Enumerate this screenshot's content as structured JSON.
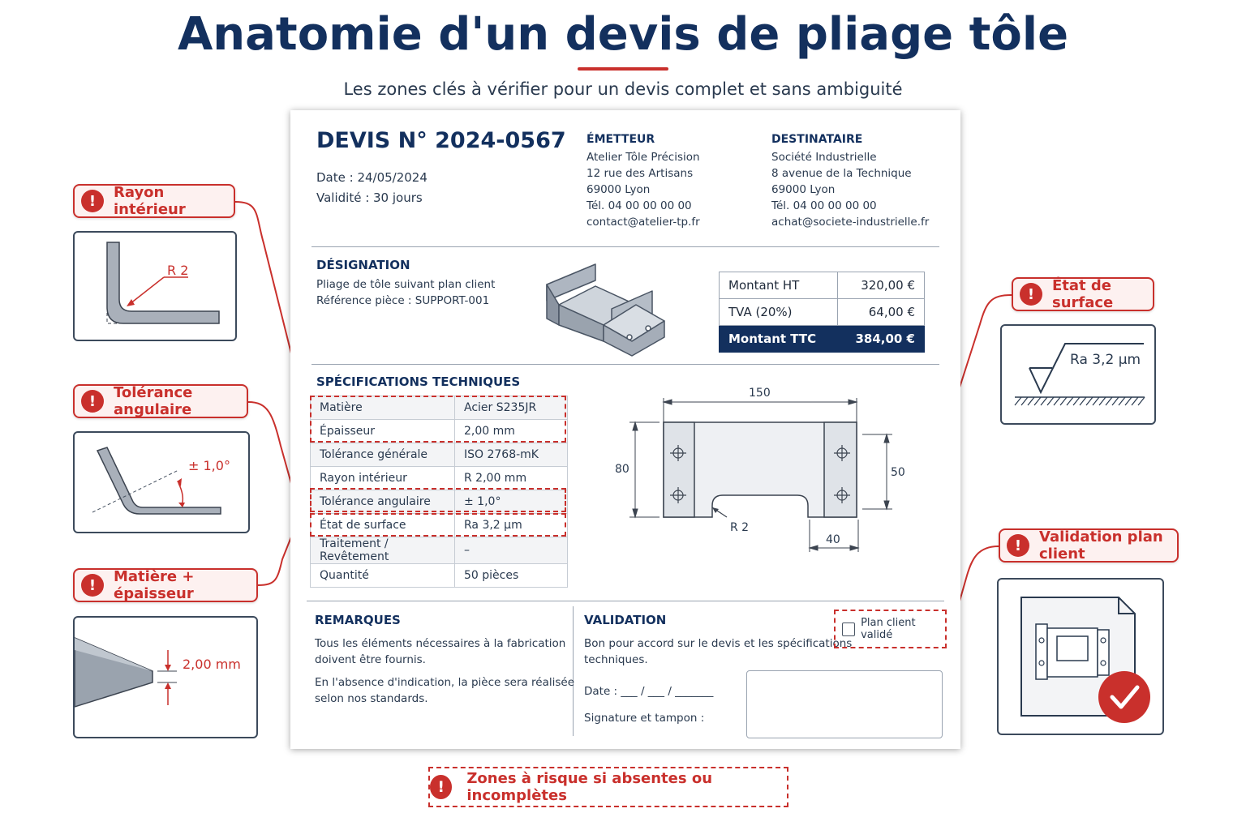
{
  "title": "Anatomie d'un devis de pliage tôle",
  "subtitle": "Les zones clés à vérifier pour un devis complet et sans ambiguité",
  "quote": {
    "number": "DEVIS N° 2024-0567",
    "date": "Date : 24/05/2024",
    "validity": "Validité : 30 jours",
    "issuer": {
      "heading": "ÉMETTEUR",
      "lines": [
        "Atelier Tôle Précision",
        "12 rue des Artisans",
        "69000 Lyon",
        "Tél. 04 00 00 00 00",
        "contact@atelier-tp.fr"
      ]
    },
    "recipient": {
      "heading": "DESTINATAIRE",
      "lines": [
        "Société Industrielle",
        "8 avenue de la Technique",
        "69000 Lyon",
        "Tél. 04 00 00 00 00",
        "achat@societe-industrielle.fr"
      ]
    },
    "designation": {
      "heading": "DÉSIGNATION",
      "line1": "Pliage de tôle suivant plan client",
      "line2": "Référence pièce : SUPPORT-001"
    },
    "pricing": [
      {
        "label": "Montant HT",
        "value": "320,00 €"
      },
      {
        "label": "TVA (20%)",
        "value": "64,00 €"
      },
      {
        "label": "Montant TTC",
        "value": "384,00 €"
      }
    ],
    "specs_heading": "SPÉCIFICATIONS TECHNIQUES",
    "specs": [
      {
        "key": "Matière",
        "value": "Acier S235JR"
      },
      {
        "key": "Épaisseur",
        "value": "2,00 mm"
      },
      {
        "key": "Tolérance générale",
        "value": "ISO 2768-mK"
      },
      {
        "key": "Rayon intérieur",
        "value": "R 2,00 mm"
      },
      {
        "key": "Tolérance angulaire",
        "value": "± 1,0°"
      },
      {
        "key": "État de surface",
        "value": "Ra 3,2 µm"
      },
      {
        "key": "Traitement / Revêtement",
        "value": "–"
      },
      {
        "key": "Quantité",
        "value": "50 pièces"
      }
    ],
    "drawing": {
      "width": "150",
      "height": "80",
      "inner_height": "50",
      "tab": "40",
      "radius": "R 2"
    },
    "remarks": {
      "heading": "REMARQUES",
      "p1a": "Tous les éléments nécessaires à la fabrication",
      "p1b": "doivent être fournis.",
      "p2a": "En l'absence d'indication, la pièce sera réalisée",
      "p2b": "selon nos standards."
    },
    "validation": {
      "heading": "VALIDATION",
      "line1": "Bon pour accord sur le devis et les spécifications",
      "line2": "techniques.",
      "date": "Date : ___ / ___ / _______",
      "signature": "Signature et tampon :",
      "checkbox_label": "Plan client validé"
    }
  },
  "callouts": {
    "rayon": {
      "label": "Rayon intérieur",
      "annotation": "R 2"
    },
    "tolerance": {
      "label": "Tolérance angulaire",
      "annotation": "± 1,0°"
    },
    "matiere": {
      "label": "Matière + épaisseur",
      "annotation": "2,00 mm"
    },
    "surface": {
      "label": "État de surface",
      "annotation": "Ra 3,2 µm"
    },
    "validation": {
      "label": "Validation plan client"
    }
  },
  "bottom_note": "Zones à risque si absentes ou incomplètes",
  "colors": {
    "navy": "#13305e",
    "red": "#c9302c"
  }
}
